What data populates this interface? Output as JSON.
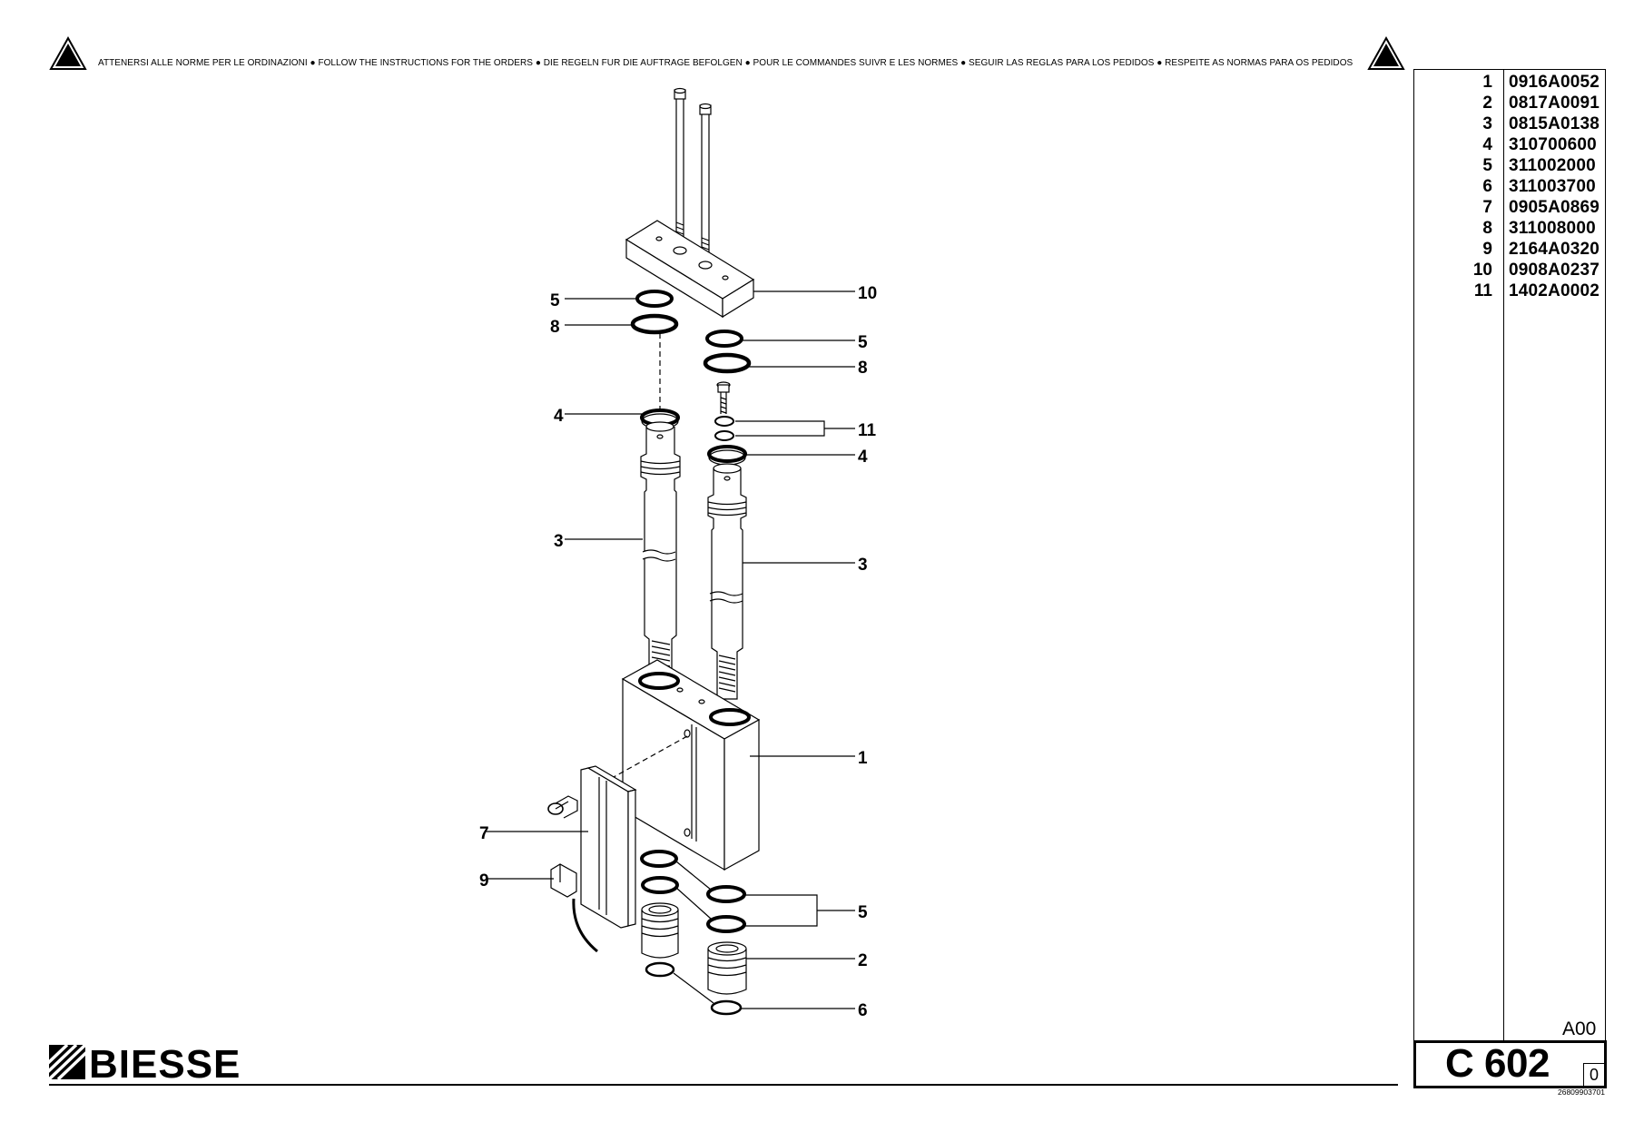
{
  "header": {
    "notice": "ATTENERSI ALLE NORME PER LE ORDINAZIONI  ●  FOLLOW THE INSTRUCTIONS FOR THE ORDERS  ●  DIE REGELN FUR DIE AUFTRAGE BEFOLGEN  ●  POUR LE COMMANDES SUIVR E LES NORMES  ●  SEGUIR LAS REGLAS PARA LOS PEDIDOS  ●  RESPEITE AS NORMAS PARA OS PEDIDOS",
    "warning_icon": "warning-triangle-icon"
  },
  "parts": [
    {
      "num": "1",
      "code": "0916A0052"
    },
    {
      "num": "2",
      "code": "0817A0091"
    },
    {
      "num": "3",
      "code": "0815A0138"
    },
    {
      "num": "4",
      "code": "310700600"
    },
    {
      "num": "5",
      "code": "311002000"
    },
    {
      "num": "6",
      "code": "311003700"
    },
    {
      "num": "7",
      "code": "0905A0869"
    },
    {
      "num": "8",
      "code": "311008000"
    },
    {
      "num": "9",
      "code": "2164A0320"
    },
    {
      "num": "10",
      "code": "0908A0237"
    },
    {
      "num": "11",
      "code": "1402A0002"
    }
  ],
  "callouts": {
    "c10": "10",
    "c5a": "5",
    "c8a": "8",
    "c5b": "5",
    "c8b": "8",
    "c4a": "4",
    "c11": "11",
    "c4b": "4",
    "c3a": "3",
    "c3b": "3",
    "c1": "1",
    "c7": "7",
    "c9": "9",
    "c5c": "5",
    "c2": "2",
    "c6": "6"
  },
  "footer": {
    "brand": "BIESSE",
    "revision": "A00",
    "drawing_code": "C 602",
    "drawing_sub": "0",
    "document_number": "26809903701"
  }
}
